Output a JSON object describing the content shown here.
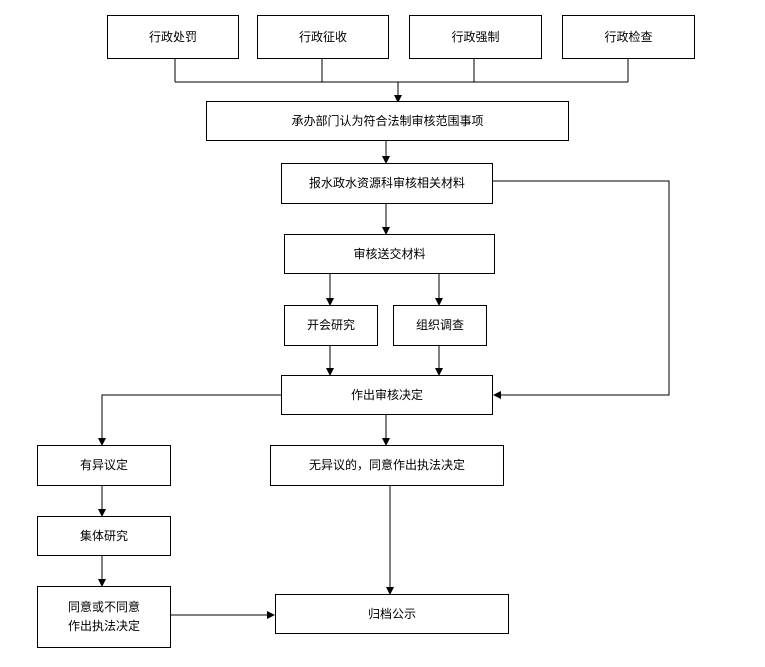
{
  "nodes": {
    "admin_penalty": "行政处罚",
    "admin_levy": "行政征收",
    "admin_enforce": "行政强制",
    "admin_inspect": "行政检查",
    "dept_confirm": "承办部门认为符合法制审核范围事项",
    "submit_materials": "报水政水资源科审核相关材料",
    "review_materials": "审核送交材料",
    "hold_meeting": "开会研究",
    "organize_survey": "组织调查",
    "make_decision": "作出审核决定",
    "objection": "有异议定",
    "no_objection": "无异议的，同意作出执法决定",
    "collective_study": "集体研究",
    "agree_line1": "同意或不同意",
    "agree_line2": "作出执法决定",
    "archive": "归档公示"
  }
}
